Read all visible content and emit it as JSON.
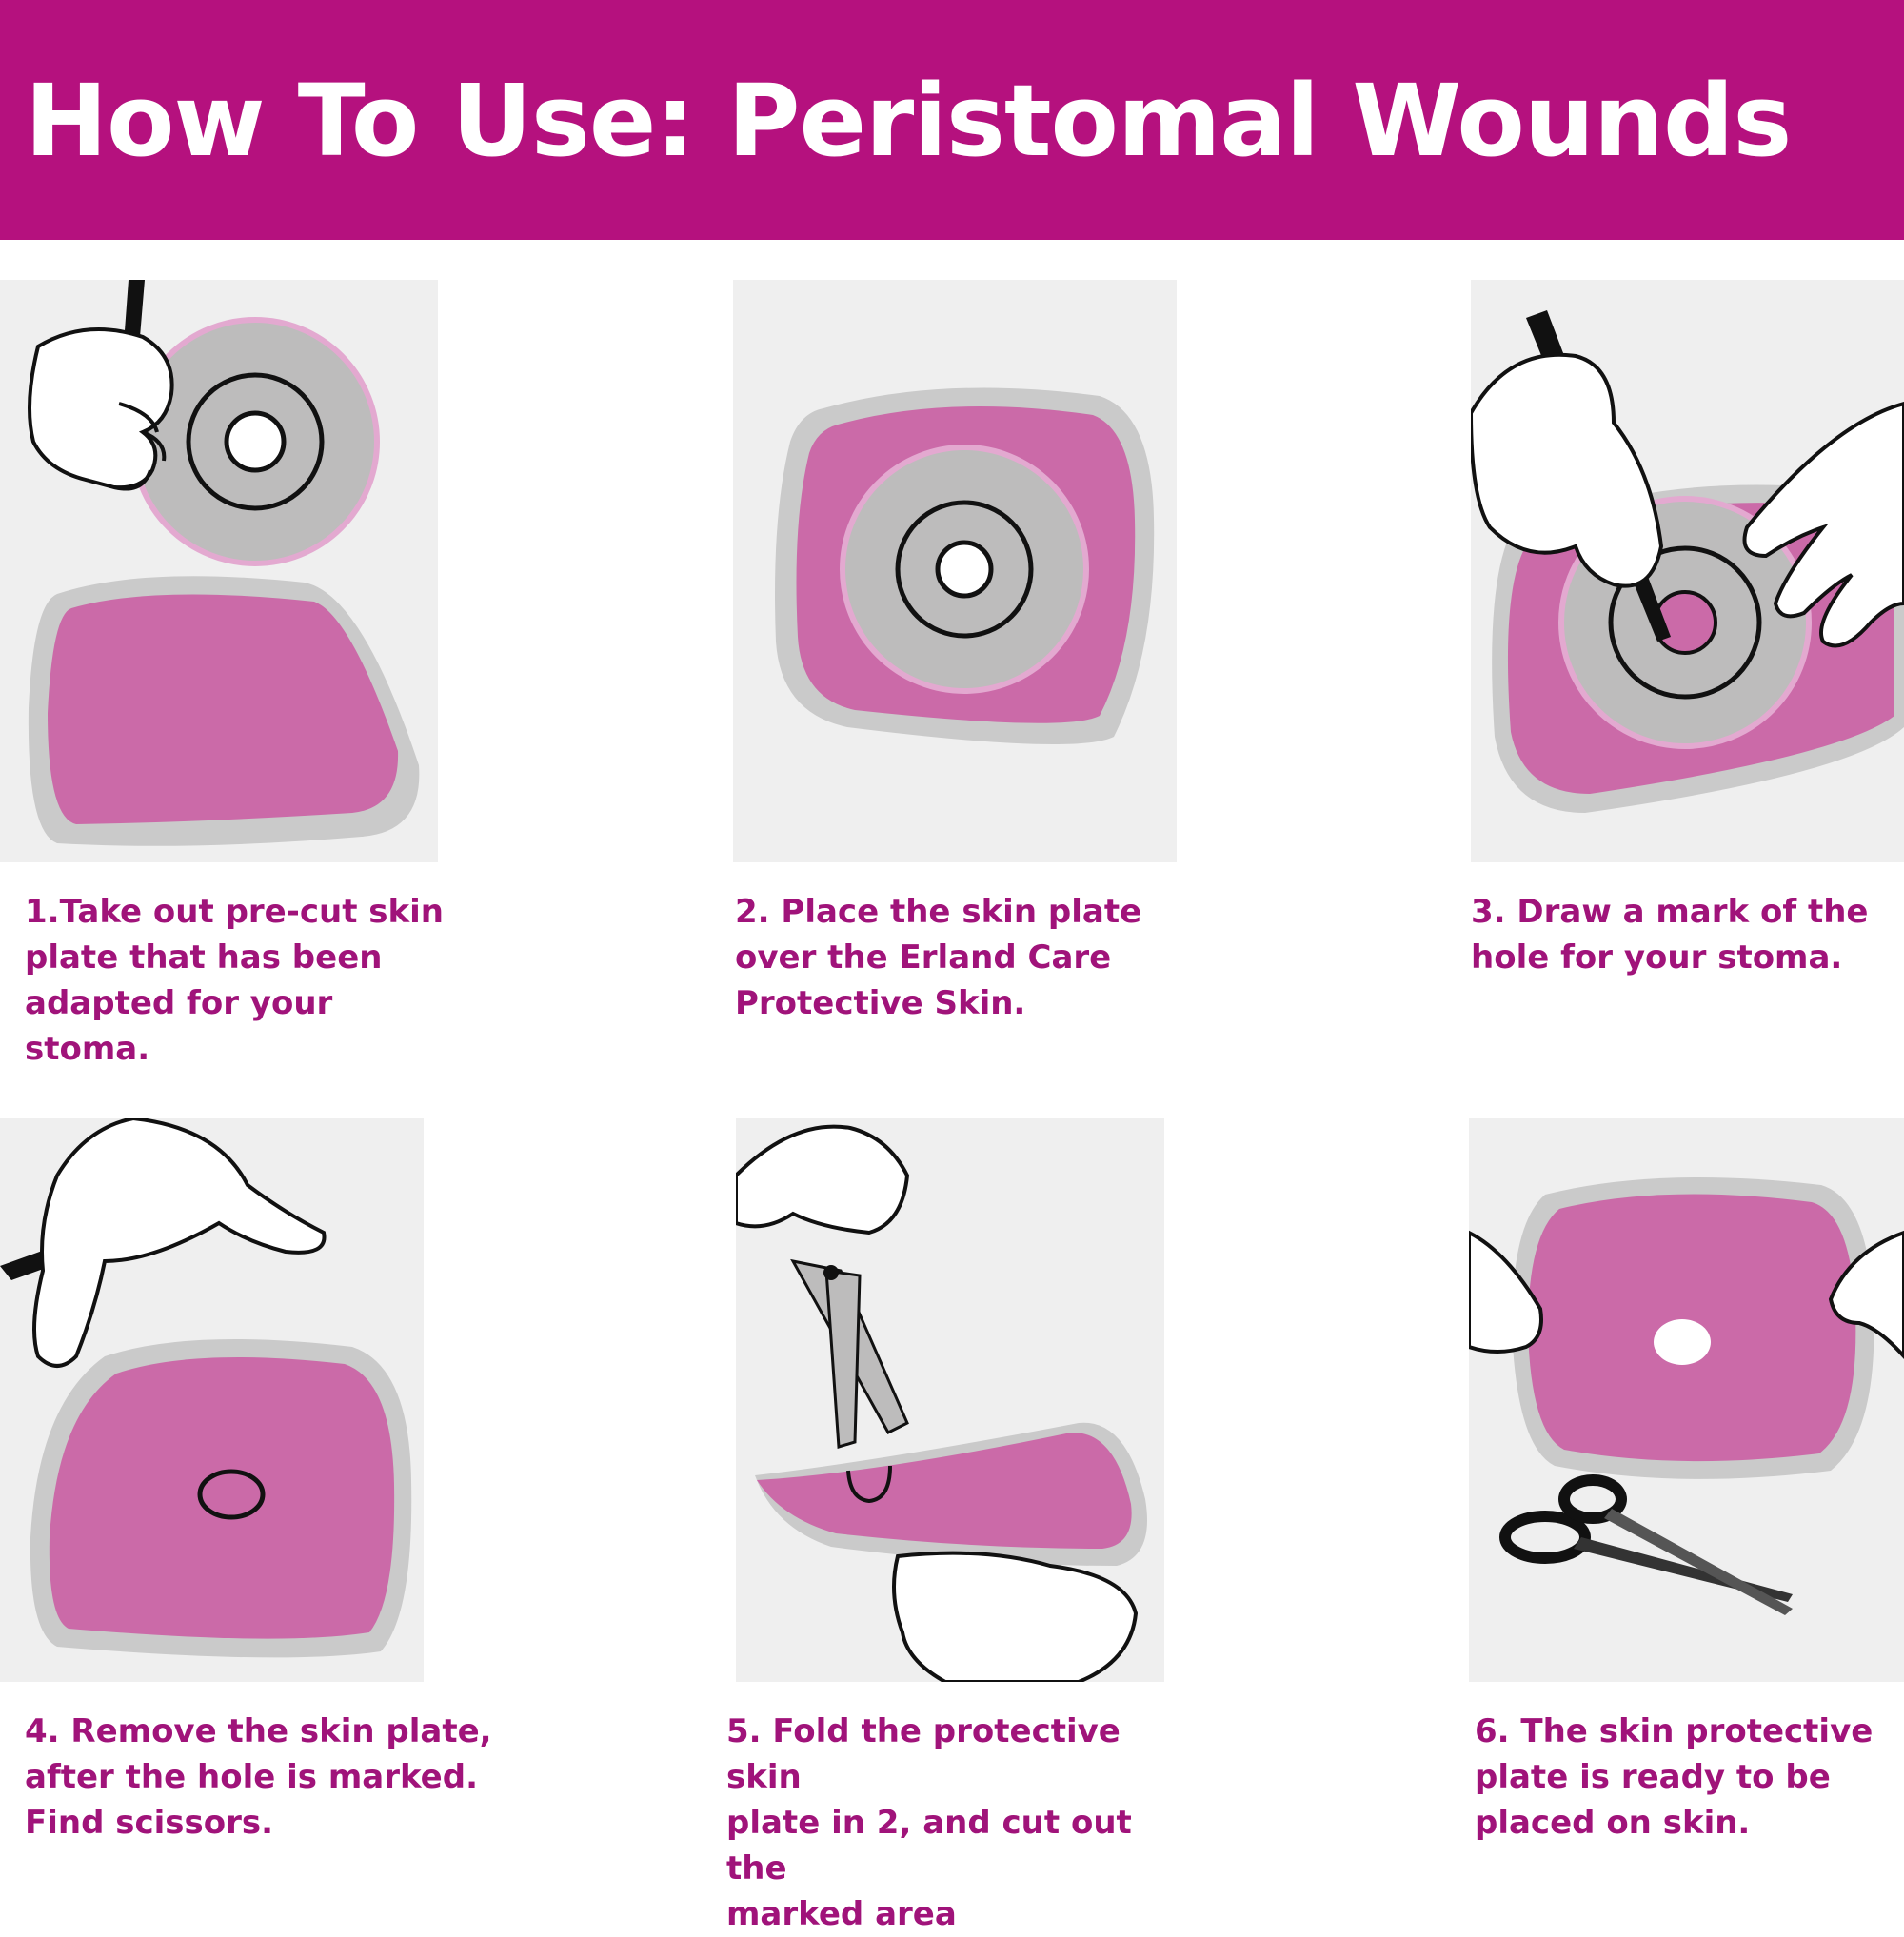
{
  "colors": {
    "brand": "#b5117e",
    "caption_text": "#a0137a",
    "panel_bg": "#efefef",
    "plate_pink": "#cb6aa8",
    "plate_border": "#cacaca",
    "ring_gray": "#bdbcbc",
    "ring_edge_pink": "#e3a9d0"
  },
  "header": {
    "title": "How To Use: Peristomal Wounds"
  },
  "steps": [
    {
      "caption": "1.Take out  pre-cut skin\nplate that has been\nadapted for your\nstoma."
    },
    {
      "caption": "2. Place the skin plate\nover the Erland Care\nProtective Skin."
    },
    {
      "caption": "3. Draw a mark of the\nhole for your stoma."
    },
    {
      "caption": "4. Remove the skin plate,\nafter the hole is marked.\nFind scissors."
    },
    {
      "caption": "5. Fold the protective skin\nplate in 2, and cut out the\nmarked area"
    },
    {
      "caption": "6. The skin  protective\nplate is ready to be\nplaced on skin."
    }
  ]
}
